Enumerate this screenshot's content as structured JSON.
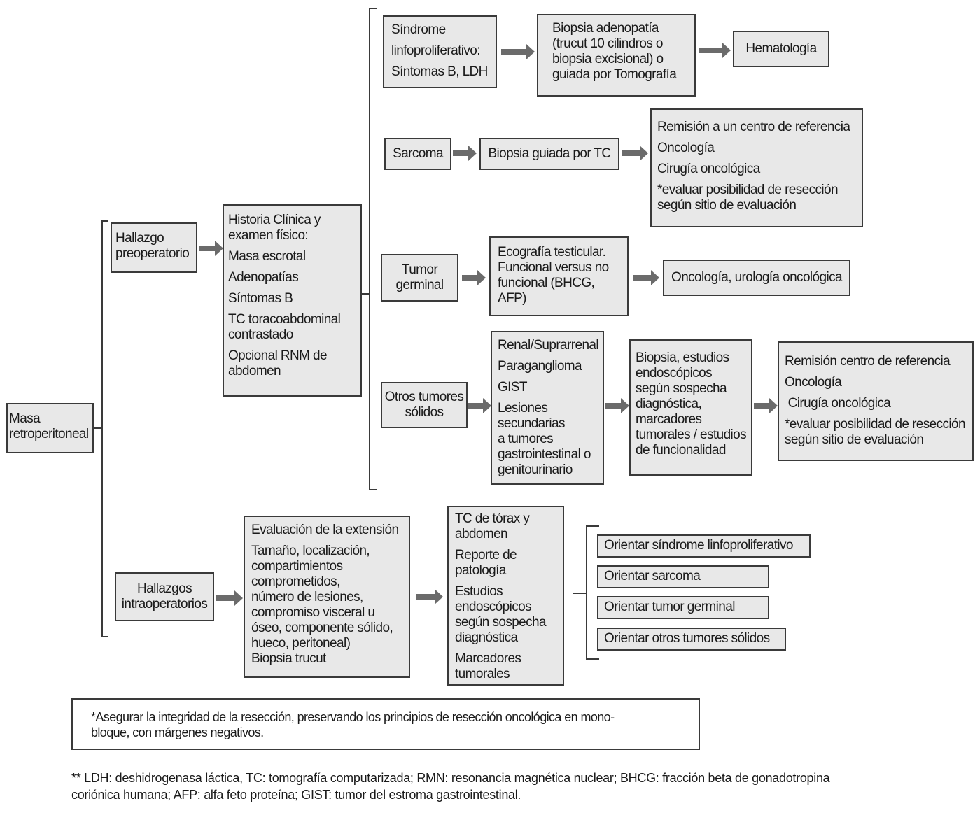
{
  "root": {
    "lines": [
      "Masa",
      "retroperitoneal"
    ]
  },
  "preop": {
    "label": [
      "Hallazgo",
      "preoperatorio"
    ],
    "history": {
      "lines": [
        "Historia Clínica y",
        "examen físico:",
        "Masa escrotal",
        "Adenopatías",
        "Síntomas B",
        "TC toracoabdominal",
        "contrastado",
        "Opcional RNM de",
        "abdomen"
      ]
    },
    "lymph": {
      "syndrome": [
        "Síndrome",
        "linfoproliferativo:",
        "Síntomas B, LDH"
      ],
      "biopsy": [
        "Biopsia adenopatía",
        "(trucut 10 cilindros o",
        "biopsia excisional) o",
        "guiada por Tomografía"
      ],
      "dest": "Hematología"
    },
    "sarcoma": {
      "label": "Sarcoma",
      "biopsy": "Biopsia guiada por TC",
      "dest": [
        "Remisión a un centro de referencia",
        "Oncología",
        "Cirugía oncológica",
        "*evaluar posibilidad de resección",
        "según sitio de evaluación"
      ]
    },
    "germ": {
      "label": [
        "Tumor",
        "germinal"
      ],
      "eco": [
        "Ecografía testicular.",
        "Funcional versus no",
        "funcional (BHCG,",
        "AFP)"
      ],
      "dest": "Oncología, urología oncológica"
    },
    "solid": {
      "label": [
        "Otros tumores",
        "sólidos"
      ],
      "types": [
        "Renal/Suprarrenal",
        "Paraganglioma",
        "GIST",
        "Lesiones",
        "secundarias",
        "a tumores",
        "gastrointestinal o",
        "genitourinario"
      ],
      "studies": [
        "Biopsia, estudios",
        "endoscópicos",
        "según sospecha",
        "diagnóstica,",
        "marcadores",
        "tumorales / estudios",
        "de funcionalidad"
      ],
      "dest": [
        "Remisión centro de referencia",
        "Oncología",
        " Cirugía oncológica",
        "*evaluar posibilidad de resección",
        "según sitio de evaluación"
      ]
    }
  },
  "intraop": {
    "label": [
      "Hallazgos",
      "intraoperatorios"
    ],
    "extension": [
      "Evaluación de la extensión",
      "Tamaño, localización,",
      "compartimientos",
      "comprometidos,",
      "número de lesiones,",
      "compromiso visceral u",
      "óseo, componente sólido,",
      "hueco, peritoneal)",
      "Biopsia trucut"
    ],
    "tests": [
      "TC de tórax y",
      "abdomen",
      "Reporte de",
      "patología",
      "Estudios",
      "endoscópicos",
      "según sospecha",
      "diagnóstica",
      "Marcadores",
      "tumorales"
    ],
    "orient": [
      "Orientar síndrome linfoproliferativo",
      "Orientar sarcoma",
      "Orientar tumor germinal",
      "Orientar otros tumores sólidos"
    ]
  },
  "note": [
    "*Asegurar la integridad de la resección, preservando los principios de resección oncológica en mono-",
    "bloque, con márgenes negativos."
  ],
  "footnote": [
    "** LDH: deshidrogenasa láctica, TC: tomografía computarizada; RMN: resonancia magnética nuclear; BHCG: fracción beta de gonadotropina",
    "coriónica humana; AFP: alfa feto proteína; GIST: tumor del estroma gastrointestinal."
  ]
}
